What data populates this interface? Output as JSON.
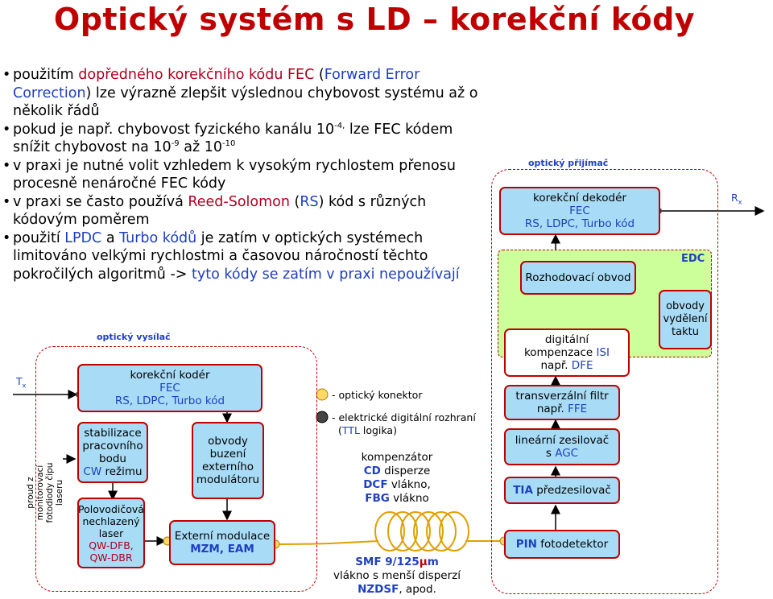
{
  "title": "Optický systém s LD – korekční kódy",
  "bullets": {
    "b1": {
      "p1": "použitím ",
      "p2": "dopředného korekčního kódu FEC",
      "p3": " (",
      "p4": "Forward Error Correction",
      "p5": ") lze výrazně zlepšit výslednou chybovost systému až o několik řádů"
    },
    "b2": {
      "p1": "pokud je např. chybovost fyzického kanálu 10",
      "exp1": "-4,",
      "p2": " lze FEC kódem snížit chybovost na 10",
      "exp2": "-9",
      "p3": " až 10",
      "exp3": "-10"
    },
    "b3": {
      "p1": "v praxi je nutné volit vzhledem k vysokým rychlostem přenosu procesně nenáročné FEC kódy"
    },
    "b4": {
      "p1": "v praxi se často používá ",
      "p2": "Reed-Solomon",
      "p3": " (",
      "p4": "RS",
      "p5": ") kód s různých kódovým poměrem"
    },
    "b5": {
      "p1": "použití ",
      "p2": "LPDC",
      "p3": " a ",
      "p4": "Turbo kódů",
      "p5": " je zatím v optických systémech limitováno velkými rychlostmi a časovou náročností těchto pokročilých algoritmů -> ",
      "p6": "tyto kódy se zatím v praxi nepoužívají"
    }
  },
  "transmitter": {
    "label": "optický vysílač",
    "tx": "T",
    "tx_sub": "x",
    "monitor_label": "proud z monitorovací fotodiody čipu laseru",
    "fec_coder": {
      "l1": "korekční kodér",
      "l2": "FEC",
      "l3": "RS, LDPC, Turbo kód"
    },
    "stabilization": {
      "l1": "stabilizace",
      "l2": "pracovního",
      "l3": "bodu",
      "l4a": "CW",
      "l4b": " režimu"
    },
    "laser": {
      "l1": "Polovodičová",
      "l2": "nechlazený",
      "l3": "laser",
      "l4": "QW-DFB,",
      "l5": "QW-DBR"
    },
    "driver": {
      "l1": "obvody",
      "l2": "buzení",
      "l3": "externího",
      "l4": "modulátoru"
    },
    "modulator": {
      "l1": "Externí modulace",
      "l2": "MZM, EAM"
    }
  },
  "legend": {
    "connector": "- optický konektor",
    "electrical_l1": "- elektrické digitální rozhraní",
    "electrical_l2a": "(",
    "electrical_l2b": "TTL",
    "electrical_l2c": " logika)"
  },
  "channel": {
    "comp_l1": "kompenzátor",
    "comp_l2a": "CD",
    "comp_l2b": " disperze",
    "comp_l3a": "DCF",
    "comp_l3b": " vlákno,",
    "comp_l4a": "FBG",
    "comp_l4b": " vlákno",
    "fiber_l1": "SMF 9/125",
    "fiber_mu": "μ",
    "fiber_m": "m",
    "fiber_l2": "vlákno s menší disperzí",
    "fiber_l3a": "NZDSF",
    "fiber_l3b": ", apod."
  },
  "receiver": {
    "label": "optický přijímač",
    "rx": "R",
    "rx_sub": "x",
    "edc": "EDC",
    "fec_decoder": {
      "l1": "korekční dekodér",
      "l2": "FEC",
      "l3": "RS, LDPC, Turbo kód"
    },
    "decision": "Rozhodovací obvod",
    "clock": {
      "l1": "obvody",
      "l2": "vydělení",
      "l3": "taktu"
    },
    "dfe": {
      "l1": "digitální",
      "l2a": "kompenzace ",
      "l2b": "ISI",
      "l3a": "např. ",
      "l3b": "DFE"
    },
    "ffe": {
      "l1": "transverzální filtr",
      "l2a": "např. ",
      "l2b": "FFE"
    },
    "amp": {
      "l1": "lineární zesilovač",
      "l2a": "s ",
      "l2b": "AGC"
    },
    "tia": {
      "l1a": "TIA",
      "l1b": " předzesilovač"
    },
    "pin": {
      "l1a": "PIN",
      "l1b": " fotodetektor"
    }
  },
  "colors": {
    "title": "#c00000",
    "accent_blue": "#1f3fbf",
    "box_blue": "#a8dcf6",
    "edc_green": "#ccff99",
    "connector_yellow": "#ffd966"
  }
}
